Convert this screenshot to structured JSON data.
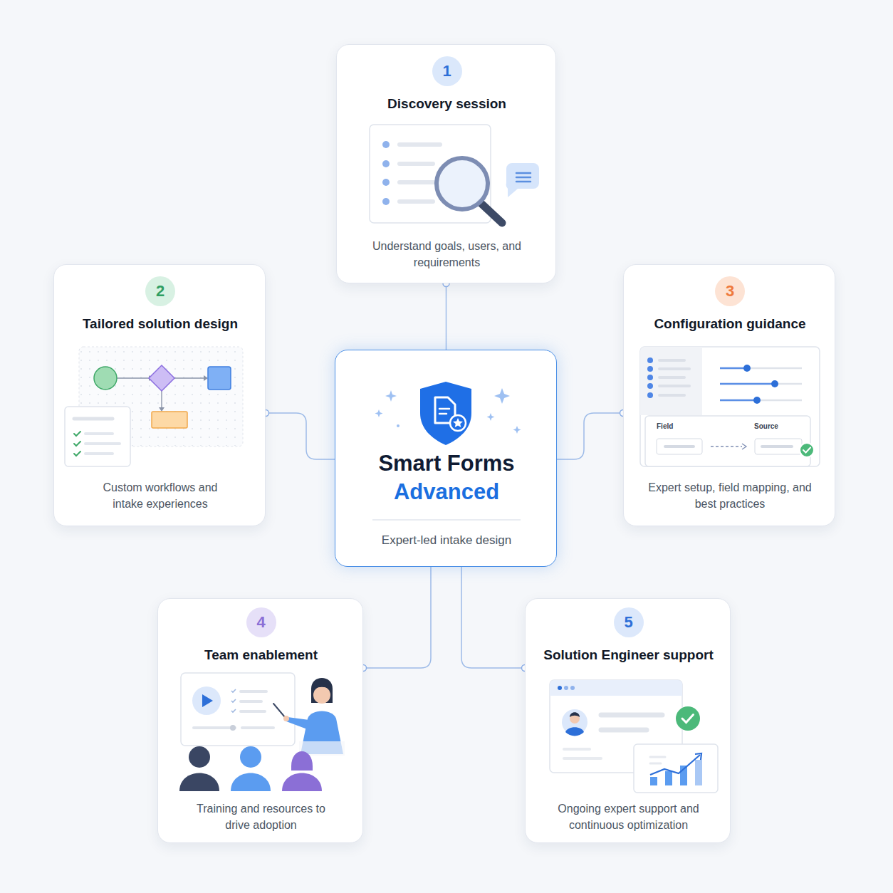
{
  "diagram": {
    "nodes": [
      {
        "text": [
          "Discovery session",
          "Understand goals, users, and requirements"
        ]
      },
      {
        "text": [
          "1"
        ],
        "in": 0
      },
      {
        "text": [
          "Tailored solution design",
          "Custom workflows and intake experiences"
        ]
      },
      {
        "text": [
          "2"
        ],
        "in": 2
      },
      {
        "text": [
          "Configuration guidance",
          "Expert setup, field mapping, and best practices"
        ]
      },
      {
        "text": [
          "3"
        ],
        "in": 4
      },
      {
        "text": [
          "Smart Forms",
          "Advanced",
          "Expert-led intake design"
        ]
      },
      {
        "text": [
          "Team enablement",
          "Training and resources to drive adoption"
        ]
      },
      {
        "text": [
          "4"
        ],
        "in": 7
      },
      {
        "text": [
          "Solution Engineer support",
          "Ongoing expert support and continuous optimization"
        ]
      },
      {
        "text": [
          "5"
        ],
        "in": 9
      }
    ],
    "edges": [
      {
        "from": 6,
        "to": 0,
        "arrow": "none"
      },
      {
        "from": 6,
        "to": 2,
        "arrow": "none"
      },
      {
        "from": 6,
        "to": 4,
        "arrow": "none"
      },
      {
        "from": 6,
        "to": 7,
        "arrow": "none"
      },
      {
        "from": 6,
        "to": 9,
        "arrow": "none"
      }
    ],
    "labels": [
      "Field",
      "Source"
    ]
  }
}
